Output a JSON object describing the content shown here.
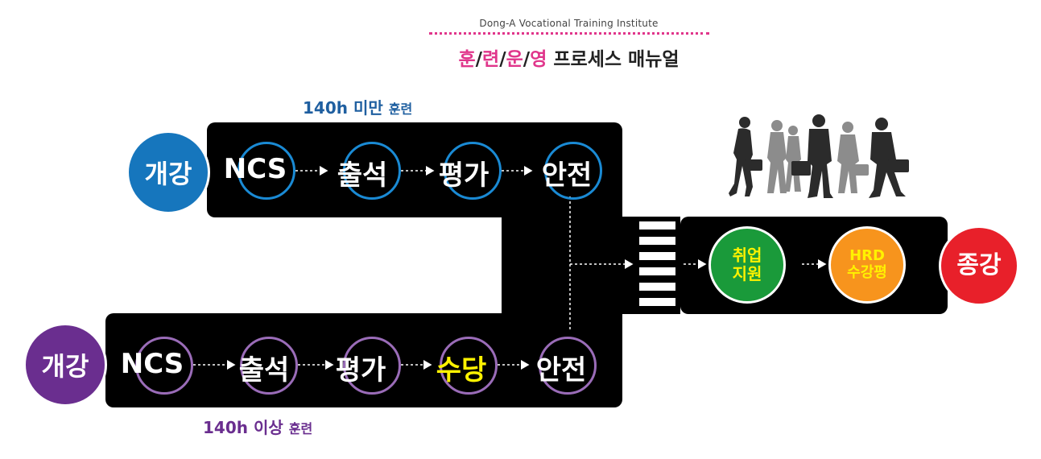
{
  "header": {
    "subtitle": "Dong-A Vocational Training Institute",
    "title_parts": [
      "훈",
      "/",
      "련",
      "/",
      "운",
      "/",
      "영"
    ],
    "title_rest": " 프로세스 매뉴얼"
  },
  "top_route": {
    "label_main": "140h 미만",
    "label_suffix": "훈련",
    "start": "개강",
    "steps": [
      "NCS",
      "출석",
      "평가",
      "안전"
    ]
  },
  "bottom_route": {
    "label_main": "140h 이상",
    "label_suffix": "훈련",
    "start": "개강",
    "steps": [
      "NCS",
      "출석",
      "평가",
      "수당",
      "안전"
    ]
  },
  "final_route": {
    "steps": [
      {
        "line1": "취업",
        "line2": "지원"
      },
      {
        "line1": "HRD",
        "line2": "수강평"
      }
    ],
    "end": "종강"
  },
  "colors": {
    "top_route": "#1676bd",
    "bottom_route": "#6a2e8f",
    "highlight_text": "#fff200",
    "job_support": "#1a9a3a",
    "hrd_review": "#f7941d",
    "end": "#e8202a",
    "accent": "#e0358b"
  }
}
